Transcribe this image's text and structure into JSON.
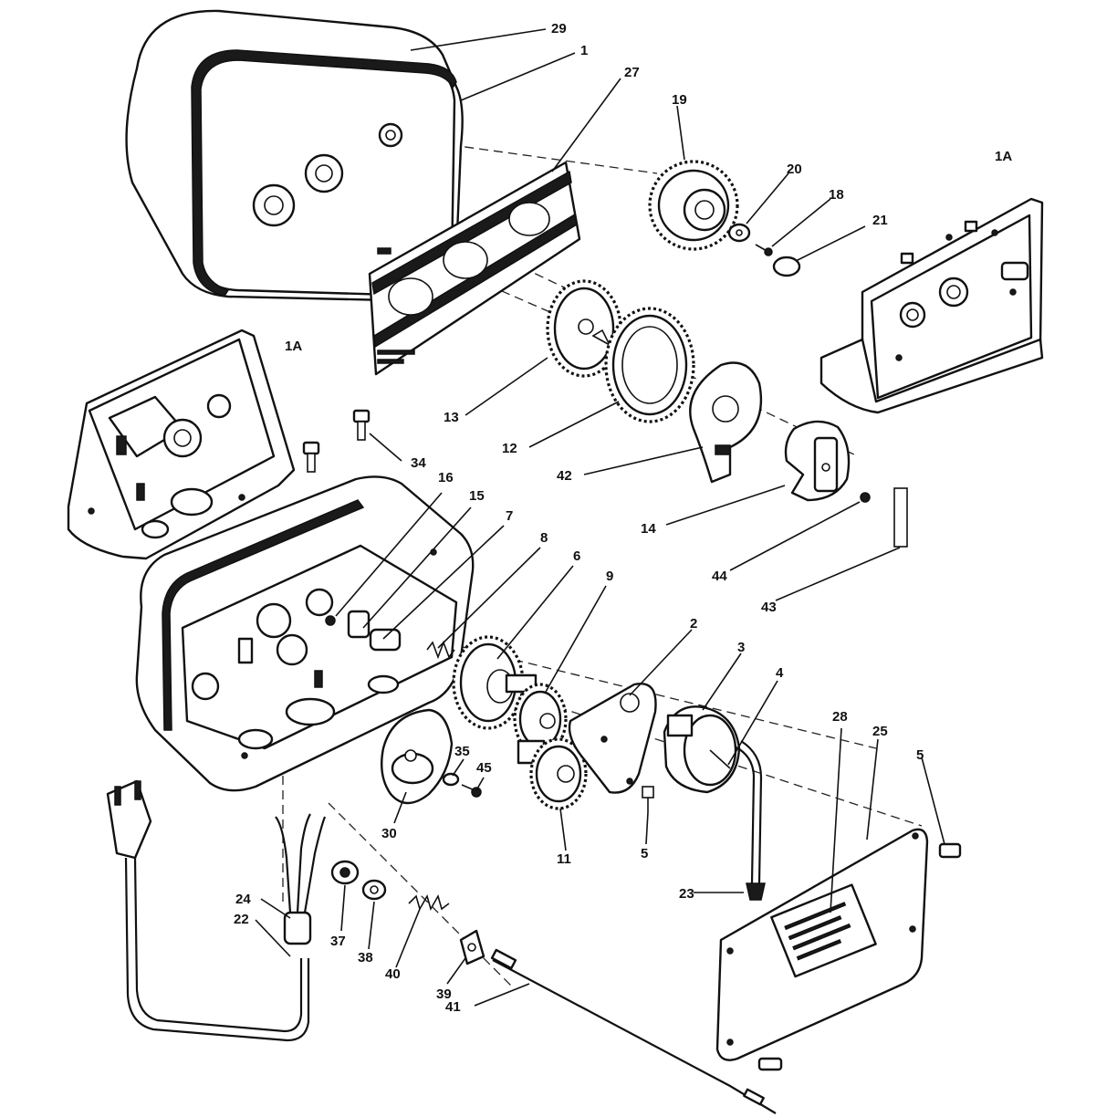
{
  "callouts": [
    "29",
    "1",
    "27",
    "19",
    "20",
    "18",
    "21",
    "1A",
    "1A",
    "13",
    "12",
    "42",
    "14",
    "44",
    "43",
    "34",
    "16",
    "15",
    "7",
    "8",
    "6",
    "9",
    "2",
    "3",
    "4",
    "28",
    "25",
    "5",
    "5",
    "35",
    "45",
    "30",
    "11",
    "23",
    "24",
    "22",
    "37",
    "38",
    "40",
    "39",
    "41"
  ]
}
